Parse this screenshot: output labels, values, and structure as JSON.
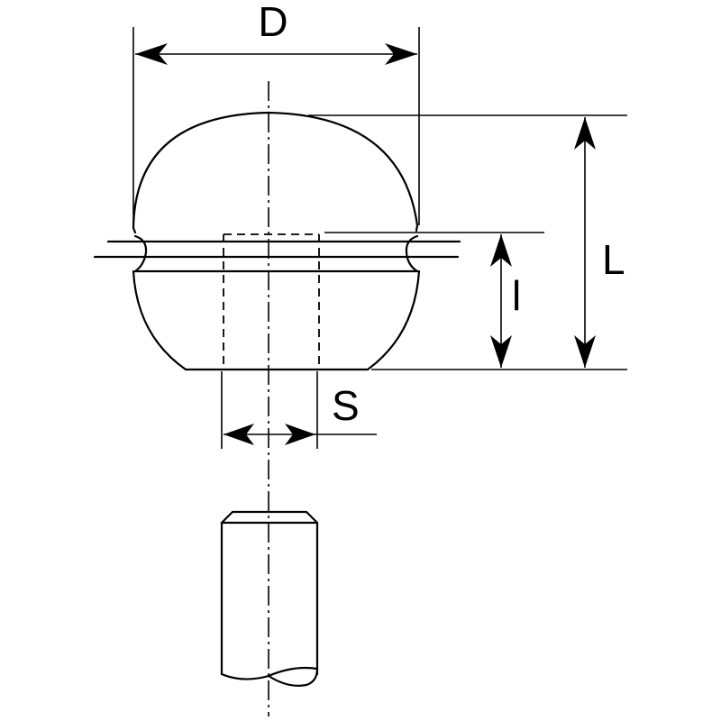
{
  "diagram": {
    "labels": {
      "diameter": "D",
      "total_length": "L",
      "thread_length": "l",
      "bore": "S"
    }
  }
}
